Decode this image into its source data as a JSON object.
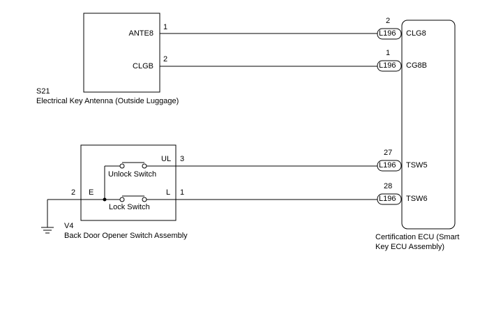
{
  "antenna": {
    "code": "S21",
    "name": "Electrical Key Antenna (Outside Luggage)",
    "terminals": [
      {
        "label": "ANTE8",
        "pin": "1"
      },
      {
        "label": "CLGB",
        "pin": "2"
      }
    ]
  },
  "switch_assembly": {
    "code": "V4",
    "name": "Back Door Opener Switch Assembly",
    "ground_pin": "2",
    "ground_label": "E",
    "terminals": [
      {
        "label": "UL",
        "pin": "3"
      },
      {
        "label": "L",
        "pin": "1"
      }
    ],
    "switches": [
      "Unlock Switch",
      "Lock Switch"
    ]
  },
  "ecu": {
    "name_line1": "Certification ECU (Smart",
    "name_line2": "Key ECU Assembly)",
    "connector": "L196",
    "terminals": [
      {
        "label": "CLG8",
        "pin": "2"
      },
      {
        "label": "CG8B",
        "pin": "1"
      },
      {
        "label": "TSW5",
        "pin": "27"
      },
      {
        "label": "TSW6",
        "pin": "28"
      }
    ]
  }
}
